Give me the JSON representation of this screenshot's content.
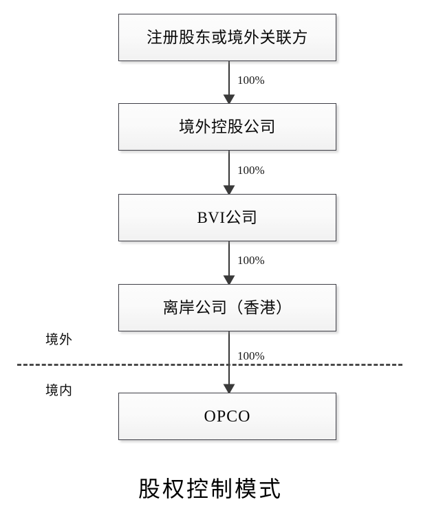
{
  "diagram": {
    "caption": "股权控制模式",
    "nodes": [
      {
        "id": "shareholder",
        "label": "注册股东或境外关联方",
        "script": "cjk"
      },
      {
        "id": "offshore-holding",
        "label": "境外控股公司",
        "script": "cjk"
      },
      {
        "id": "bvi",
        "label": "BVI公司",
        "script": "mixed"
      },
      {
        "id": "hk",
        "label": "离岸公司（香港）",
        "script": "cjk"
      },
      {
        "id": "opco",
        "label": "OPCO",
        "script": "latin"
      }
    ],
    "edges": [
      {
        "from": "shareholder",
        "to": "offshore-holding",
        "label": "100%"
      },
      {
        "from": "offshore-holding",
        "to": "bvi",
        "label": "100%"
      },
      {
        "from": "bvi",
        "to": "hk",
        "label": "100%"
      },
      {
        "from": "hk",
        "to": "opco",
        "label": "100%"
      }
    ],
    "boundary": {
      "style": "dashed",
      "above_label": "境外",
      "below_label": "境内"
    },
    "colors": {
      "box_border": "#3d3d45",
      "box_fill_top": "#fcfcfc",
      "box_fill_bottom": "#f1f1f1",
      "line": "#3a3a3a",
      "boundary": "#4a4a4a",
      "text": "#000000",
      "background": "#ffffff"
    }
  }
}
